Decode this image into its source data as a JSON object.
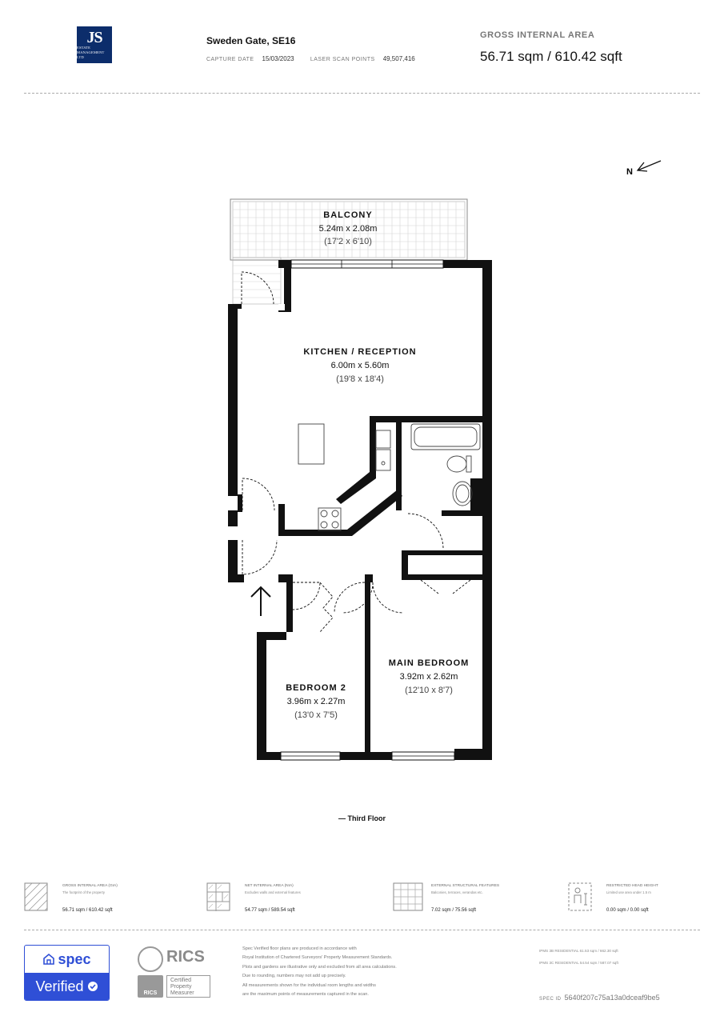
{
  "header": {
    "logo_big": "JS",
    "logo_small": "ESTATE MANAGEMENT LTD",
    "property": "Sweden Gate, SE16",
    "capture_date_label": "CAPTURE DATE",
    "capture_date": "15/03/2023",
    "laser_label": "LASER SCAN POINTS",
    "laser_points": "49,507,416",
    "gia_label": "GROSS INTERNAL AREA",
    "gia_value": "56.71 sqm / 610.42 sqft"
  },
  "compass": {
    "label": "N",
    "arrow": "↙"
  },
  "rooms": [
    {
      "name": "BALCONY",
      "metric": "5.24m x 2.08m",
      "imperial": "(17'2 x 6'10)"
    },
    {
      "name": "KITCHEN / RECEPTION",
      "metric": "6.00m x 5.60m",
      "imperial": "(19'8 x 18'4)"
    },
    {
      "name": "MAIN BEDROOM",
      "metric": "3.92m x 2.62m",
      "imperial": "(12'10 x 8'7)"
    },
    {
      "name": "BEDROOM 2",
      "metric": "3.96m x 2.27m",
      "imperial": "(13'0 x 7'5)"
    }
  ],
  "floor_label": "— Third Floor",
  "legend": [
    {
      "icon": "hatched-area-icon",
      "title": "GROSS INTERNAL AREA (GIA)",
      "desc": "The footprint of the property",
      "value": "56.71 sqm / 610.42 sqft"
    },
    {
      "icon": "internal-area-icon",
      "title": "NET INTERNAL AREA (NIA)",
      "desc": "Excludes walls and external features",
      "value": "54.77 sqm / 589.54 sqft"
    },
    {
      "icon": "grid-icon",
      "title": "EXTERNAL STRUCTURAL FEATURES",
      "desc": "Balconies, terraces, verandas etc.",
      "value": "7.02 sqm / 75.56 sqft"
    },
    {
      "icon": "person-height-icon",
      "title": "RESTRICTED HEAD HEIGHT",
      "desc": "Limited use area under 1.5 m",
      "value": "0.00 sqm / 0.00 sqft"
    }
  ],
  "footer": {
    "spec_brand": "spec",
    "spec_verified": "Verified",
    "rics": "RICS",
    "rics_badge": "RICS",
    "rics_cert": "Certified Property Measurer",
    "disclaimer": [
      "Spec Verified floor plans are produced in accordance with",
      "Royal Institution of Chartered Surveyors' Property Measurement Standards.",
      "Plots and gardens are illustrative only and excluded from all area calculations.",
      "Due to rounding, numbers may not add up precisely.",
      "All measurements shown for the individual room lengths and widths",
      "are the maximum points of measurements captured in the scan."
    ],
    "ipms1": "IPMS 3B RESIDENTIAL   61.53 sqm / 662.30 sqft",
    "ipms2": "IPMS 3C RESIDENTIAL   54.54 sqm / 587.07 sqft",
    "spec_id_label": "SPEC ID",
    "spec_id": "5640f207c75a13a0dceaf9be5"
  },
  "colors": {
    "wall": "#111111",
    "accent": "#2f4fd6",
    "logo": "#0c2d6b"
  }
}
